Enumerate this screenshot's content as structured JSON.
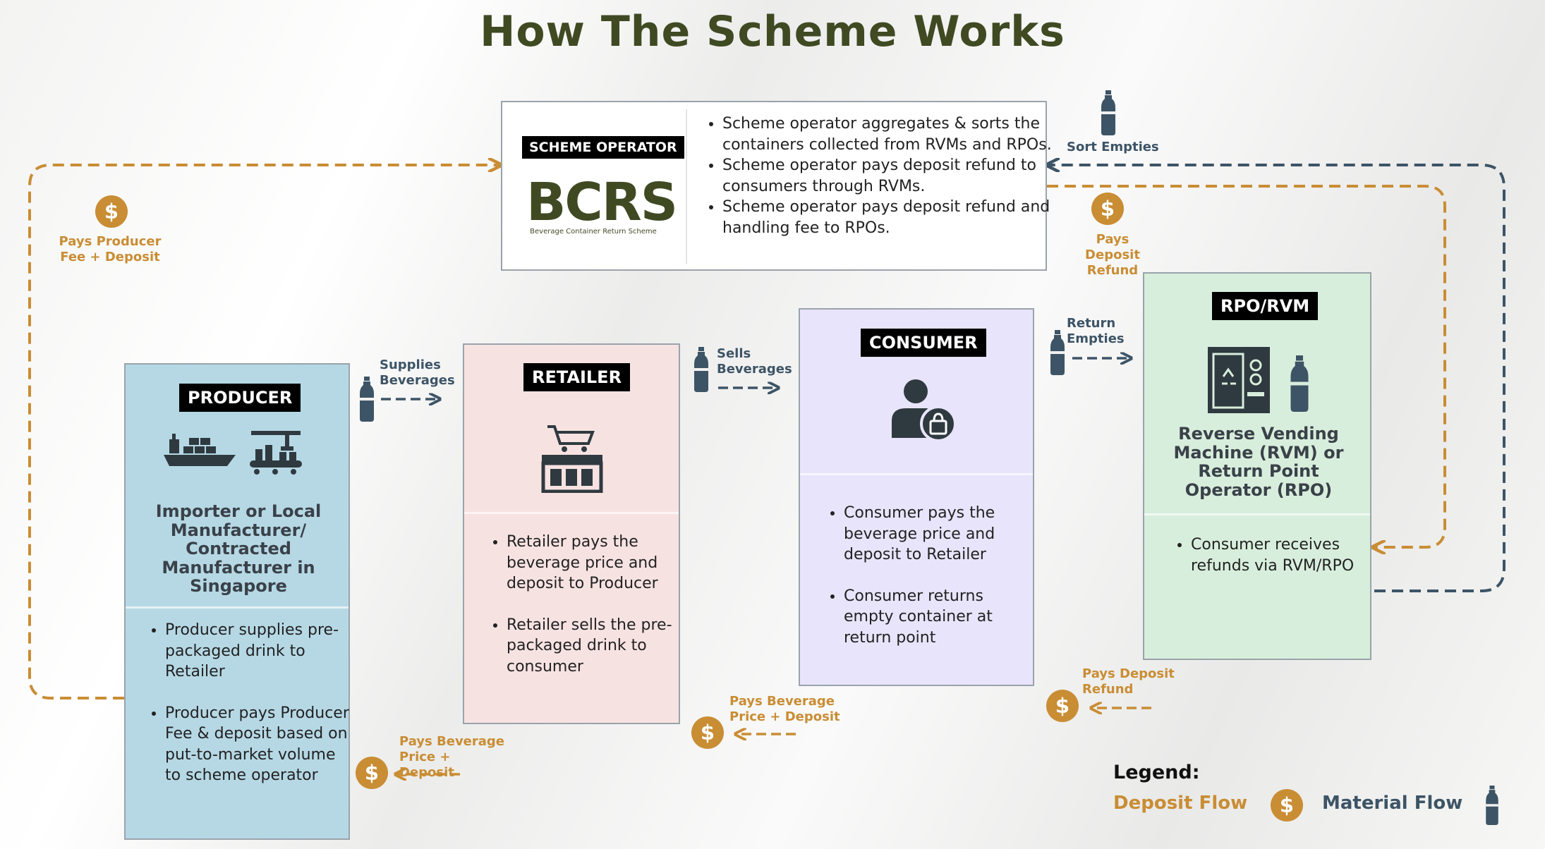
{
  "title": "How The Scheme Works",
  "operator": {
    "label": "SCHEME OPERATOR",
    "logo_text": "BCRS",
    "logo_subtitle": "Beverage Container Return Scheme",
    "bullets": [
      "Scheme operator aggregates & sorts the containers collected from RVMs and RPOs.",
      "Scheme operator pays deposit refund to consumers through RVMs.",
      "Scheme operator pays deposit refund and handling fee to RPOs."
    ]
  },
  "producer": {
    "label": "PRODUCER",
    "name": "Importer or Local Manufacturer/ Contracted Manufacturer in Singapore",
    "bullets": [
      "Producer supplies pre-packaged drink to Retailer",
      "Producer pays Producer Fee & deposit based on put-to-market volume to scheme operator"
    ]
  },
  "retailer": {
    "label": "RETAILER",
    "bullets": [
      "Retailer pays the beverage price and deposit to Producer",
      "Retailer sells the pre-packaged drink to consumer"
    ]
  },
  "consumer": {
    "label": "CONSUMER",
    "bullets": [
      "Consumer pays the beverage price and deposit to Retailer",
      "Consumer returns empty container at return point"
    ]
  },
  "rpo": {
    "label": "RPO/RVM",
    "name": "Reverse Vending Machine (RVM) or Return Point Operator (RPO)",
    "bullets": [
      "Consumer receives refunds via RVM/RPO"
    ]
  },
  "flows": {
    "pays_producer_fee": "Pays Producer Fee + Deposit",
    "sort_empties": "Sort Empties",
    "pays_deposit_refund_top": "Pays Deposit Refund",
    "supplies_beverages": "Supplies Beverages",
    "sells_beverages": "Sells Beverages",
    "return_empties": "Return Empties",
    "pays_beverage_price_retailer": "Pays Beverage Price + Deposit",
    "pays_beverage_price_consumer": "Pays Beverage Price + Deposit",
    "pays_deposit_refund_bottom": "Pays Deposit Refund"
  },
  "legend": {
    "title": "Legend:",
    "deposit": "Deposit Flow",
    "material": "Material Flow"
  },
  "coin_symbol": "$",
  "colors": {
    "title": "#3f4a23",
    "deposit_flow": "#c98d34",
    "material_flow": "#3d5466",
    "producer_bg": "#b6d8e5",
    "retailer_bg": "#f7e2e2",
    "consumer_bg": "#e8e4fb",
    "rpo_bg": "#d8eedc",
    "operator_bg": "#ffffff",
    "icon_dark": "#2f3a40"
  }
}
